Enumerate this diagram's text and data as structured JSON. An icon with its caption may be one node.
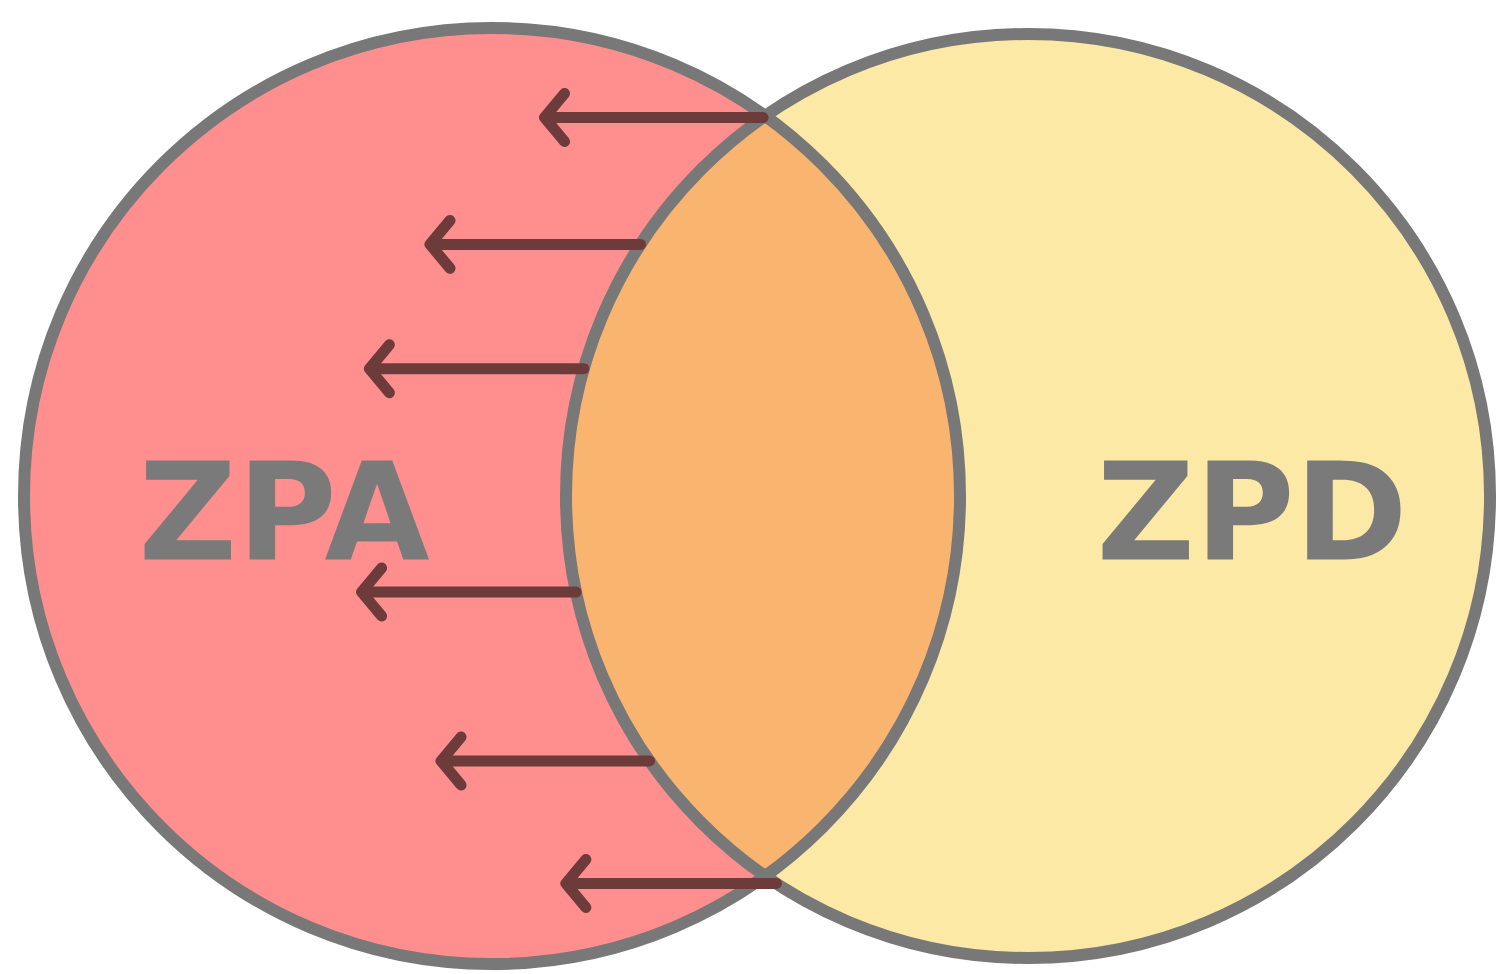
{
  "diagram": {
    "nodes": [
      {
        "text": [
          "ZPA"
        ]
      },
      {
        "text": [
          "ZPD"
        ]
      }
    ],
    "edges": [
      {
        "from": 1,
        "to": 0,
        "arrow": "to"
      },
      {
        "from": 1,
        "to": 0,
        "arrow": "to"
      },
      {
        "from": 1,
        "to": 0,
        "arrow": "to"
      },
      {
        "from": 1,
        "to": 0,
        "arrow": "to"
      },
      {
        "from": 1,
        "to": 0,
        "arrow": "to"
      },
      {
        "from": 1,
        "to": 0,
        "arrow": "to"
      }
    ]
  }
}
